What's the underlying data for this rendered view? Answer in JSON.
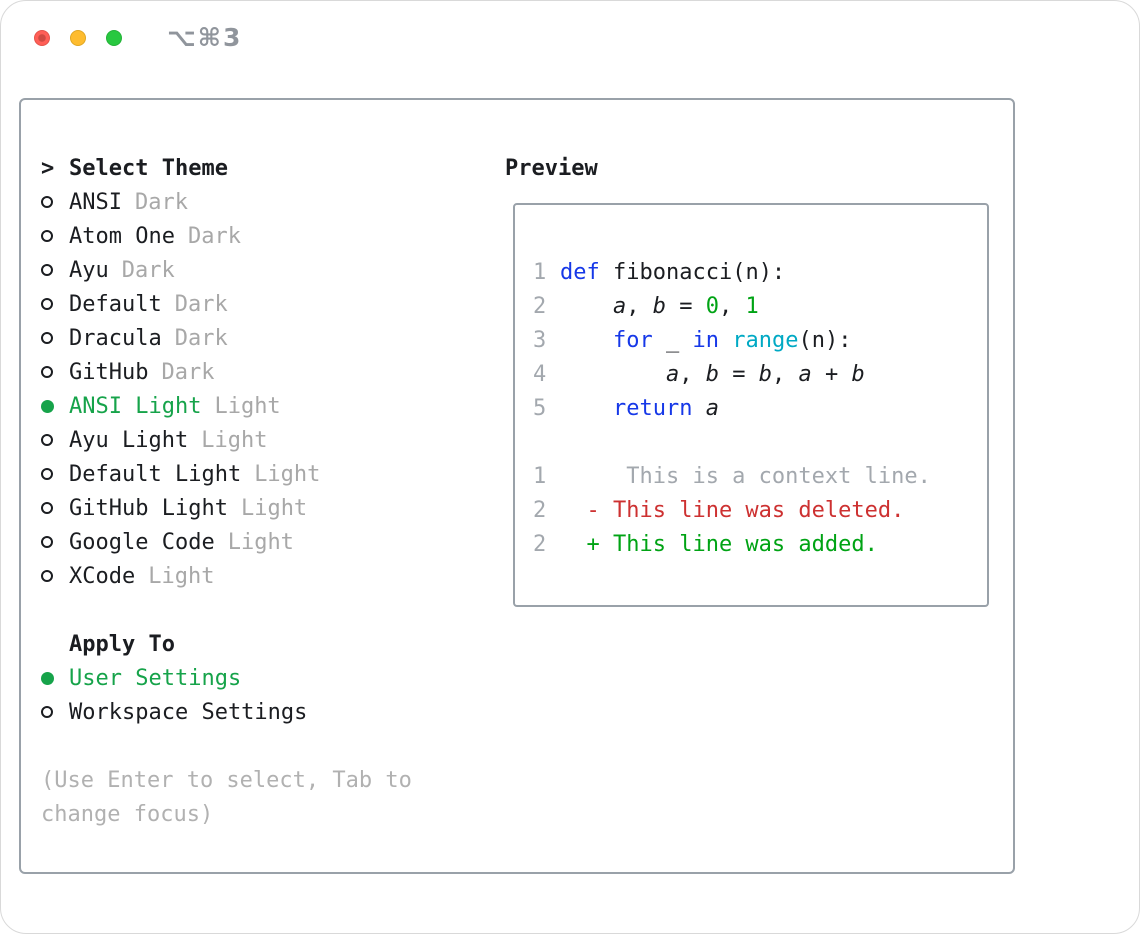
{
  "window": {
    "hotkey_label": "⌥⌘3"
  },
  "theme_panel": {
    "header_prefix": ">",
    "header": "Select Theme",
    "items": [
      {
        "name": "ANSI",
        "tag": "Dark",
        "selected": false
      },
      {
        "name": "Atom One",
        "tag": "Dark",
        "selected": false
      },
      {
        "name": "Ayu",
        "tag": "Dark",
        "selected": false
      },
      {
        "name": "Default",
        "tag": "Dark",
        "selected": false
      },
      {
        "name": "Dracula",
        "tag": "Dark",
        "selected": false
      },
      {
        "name": "GitHub",
        "tag": "Dark",
        "selected": false
      },
      {
        "name": "ANSI Light",
        "tag": "Light",
        "selected": true
      },
      {
        "name": "Ayu Light",
        "tag": "Light",
        "selected": false
      },
      {
        "name": "Default Light",
        "tag": "Light",
        "selected": false
      },
      {
        "name": "GitHub Light",
        "tag": "Light",
        "selected": false
      },
      {
        "name": "Google Code",
        "tag": "Light",
        "selected": false
      },
      {
        "name": "XCode",
        "tag": "Light",
        "selected": false
      }
    ],
    "apply_header": "Apply To",
    "apply_items": [
      {
        "name": "User Settings",
        "selected": true
      },
      {
        "name": "Workspace Settings",
        "selected": false
      }
    ],
    "hint_lines": [
      "(Use Enter to select, Tab to",
      "change focus)"
    ]
  },
  "preview": {
    "header": "Preview",
    "code_lines": [
      {
        "num": "1",
        "tokens": [
          {
            "t": "def",
            "c": "kw"
          },
          {
            "t": " fibonacci(n):",
            "c": "pl"
          }
        ]
      },
      {
        "num": "2",
        "tokens": [
          {
            "t": "    ",
            "c": "pl"
          },
          {
            "t": "a",
            "c": "it"
          },
          {
            "t": ", ",
            "c": "pl"
          },
          {
            "t": "b",
            "c": "it"
          },
          {
            "t": " = ",
            "c": "pl"
          },
          {
            "t": "0",
            "c": "nu"
          },
          {
            "t": ", ",
            "c": "pl"
          },
          {
            "t": "1",
            "c": "nu"
          }
        ]
      },
      {
        "num": "3",
        "tokens": [
          {
            "t": "    ",
            "c": "pl"
          },
          {
            "t": "for",
            "c": "kw"
          },
          {
            "t": " ",
            "c": "pl"
          },
          {
            "t": "_",
            "c": "it"
          },
          {
            "t": " ",
            "c": "pl"
          },
          {
            "t": "in",
            "c": "kw"
          },
          {
            "t": " ",
            "c": "pl"
          },
          {
            "t": "range",
            "c": "fn"
          },
          {
            "t": "(n):",
            "c": "pl"
          }
        ]
      },
      {
        "num": "4",
        "tokens": [
          {
            "t": "        ",
            "c": "pl"
          },
          {
            "t": "a",
            "c": "it"
          },
          {
            "t": ", ",
            "c": "pl"
          },
          {
            "t": "b",
            "c": "it"
          },
          {
            "t": " = ",
            "c": "pl"
          },
          {
            "t": "b",
            "c": "it"
          },
          {
            "t": ", ",
            "c": "pl"
          },
          {
            "t": "a",
            "c": "it"
          },
          {
            "t": " + ",
            "c": "pl"
          },
          {
            "t": "b",
            "c": "it"
          }
        ]
      },
      {
        "num": "5",
        "tokens": [
          {
            "t": "    ",
            "c": "pl"
          },
          {
            "t": "return",
            "c": "kw"
          },
          {
            "t": " ",
            "c": "pl"
          },
          {
            "t": "a",
            "c": "it"
          }
        ]
      },
      {
        "num": "",
        "tokens": []
      },
      {
        "num": "1",
        "tokens": [
          {
            "t": "     This is a context line.",
            "c": "ctx"
          }
        ]
      },
      {
        "num": "2",
        "tokens": [
          {
            "t": "  - This line was deleted.",
            "c": "del"
          }
        ]
      },
      {
        "num": "2",
        "tokens": [
          {
            "t": "  + This line was added.",
            "c": "add"
          }
        ]
      }
    ]
  },
  "colors": {
    "ui_green": "#16a34a",
    "keyword_blue": "#1638e8",
    "function_cyan": "#00a9c4",
    "number_green": "#00a314",
    "added_green": "#00a314",
    "deleted_red": "#cd3131",
    "context_gray": "#a3a8ae",
    "line_number_gray": "#a3a8ae"
  }
}
